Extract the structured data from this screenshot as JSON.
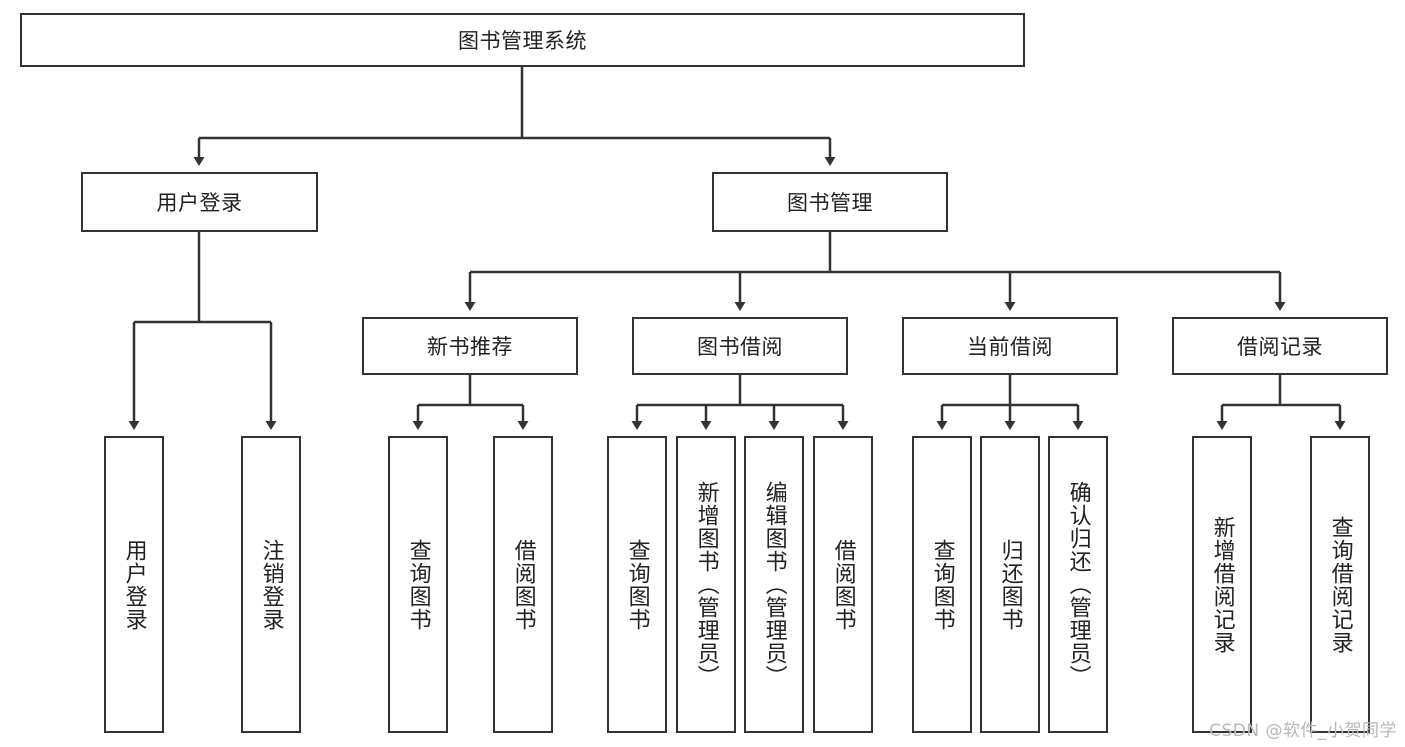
{
  "diagram": {
    "title": "图书管理系统",
    "type": "tree",
    "orientation": "top-down",
    "colors": {
      "box_border": "#333333",
      "box_fill": "#ffffff",
      "connector": "#333333",
      "text": "#222222",
      "watermark": "#b8b8b8"
    },
    "levels": {
      "root": {
        "label": "图书管理系统"
      },
      "level2": [
        {
          "label": "用户登录"
        },
        {
          "label": "图书管理"
        }
      ],
      "level3": [
        {
          "label": "新书推荐"
        },
        {
          "label": "图书借阅"
        },
        {
          "label": "当前借阅"
        },
        {
          "label": "借阅记录"
        }
      ],
      "leaves": {
        "user_login": [
          {
            "label": "用户登录"
          },
          {
            "label": "注销登录"
          }
        ],
        "new_book_recommend": [
          {
            "label": "查询图书"
          },
          {
            "label": "借阅图书"
          }
        ],
        "book_borrow": [
          {
            "label": "查询图书"
          },
          {
            "label": "新增图书（管理员）"
          },
          {
            "label": "编辑图书（管理员）"
          },
          {
            "label": "借阅图书"
          }
        ],
        "current_borrow": [
          {
            "label": "查询图书"
          },
          {
            "label": "归还图书"
          },
          {
            "label": "确认归还（管理员）"
          }
        ],
        "borrow_record": [
          {
            "label": "新增借阅记录"
          },
          {
            "label": "查询借阅记录"
          }
        ]
      }
    }
  },
  "watermark": {
    "text": "CSDN @软件_小贺同学"
  }
}
